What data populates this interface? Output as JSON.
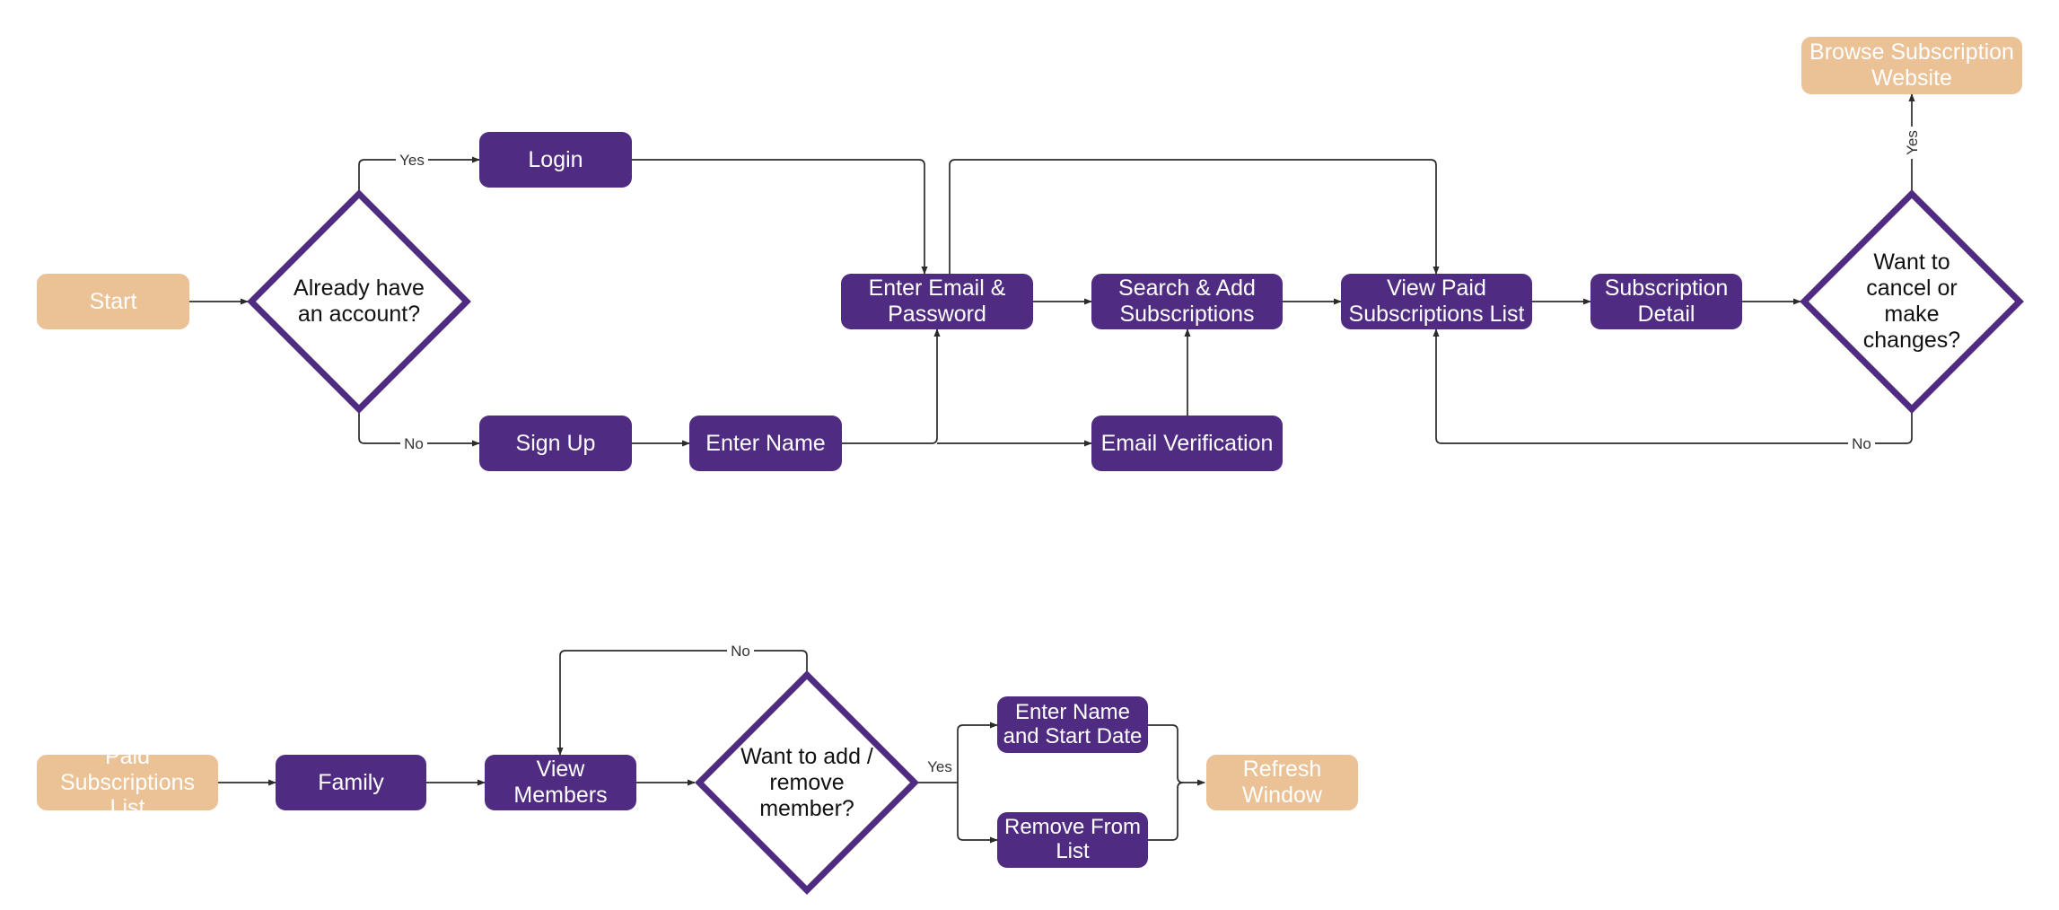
{
  "colors": {
    "process": "#4f2c81",
    "terminal": "#ebc196",
    "decision_border": "#4f2c81",
    "edge": "#2b2b2b",
    "process_text": "#ffffff"
  },
  "nodes": {
    "start": "Start",
    "already_account": "Already have an account?",
    "login": "Login",
    "sign_up": "Sign Up",
    "enter_name": "Enter Name",
    "enter_email_password": "Enter Email & Password",
    "email_verification": "Email Verification",
    "search_add": "Search & Add Subscriptions",
    "view_paid": "View Paid Subscriptions List",
    "subscription_detail": "Subscription Detail",
    "want_cancel": "Want to cancel or make changes?",
    "browse_website": "Browse Subscription Website",
    "paid_list": "Paid Subscriptions List",
    "family": "Family",
    "view_members": "View Members",
    "want_add_remove": "Want to add / remove member?",
    "enter_name_start": "Enter Name and Start Date",
    "remove_from_list": "Remove From List",
    "refresh_window": "Refresh Window"
  },
  "edge_labels": {
    "yes_login": "Yes",
    "no_signup": "No",
    "yes_browse": "Yes",
    "no_back_view": "No",
    "no_back_members": "No",
    "yes_members": "Yes"
  }
}
